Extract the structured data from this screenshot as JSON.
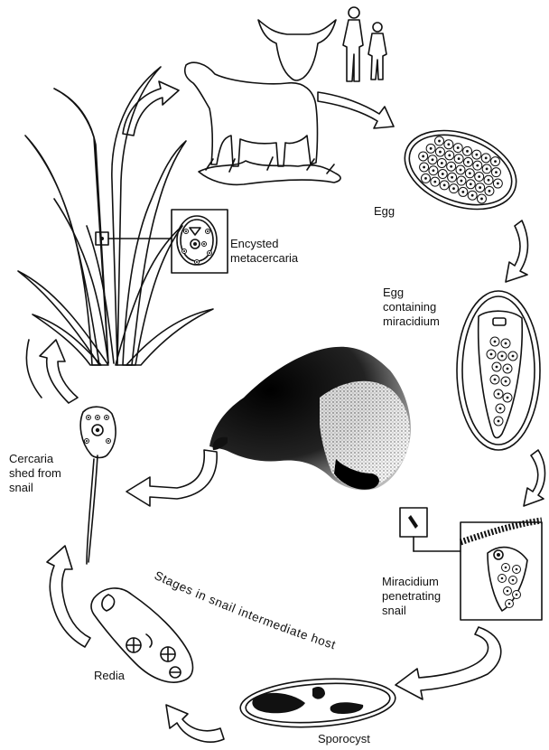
{
  "diagram": {
    "labels": {
      "egg": "Egg",
      "egg_miracidium": [
        "Egg",
        "containing",
        "miracidium"
      ],
      "miracidium_penetrating": [
        "Miracidium",
        "penetrating",
        "snail"
      ],
      "sporocyst": "Sporocyst",
      "redia": "Redia",
      "cercaria": [
        "Cercaria",
        "shed from",
        "snail"
      ],
      "metacercaria": [
        "Encysted",
        "metacercaria"
      ],
      "snail_stages": "Stages in snail intermediate host"
    },
    "colors": {
      "ink": "#111111",
      "background": "#ffffff"
    },
    "icons": [
      "cow-head-icon",
      "human-pair-icon",
      "grazing-cow-icon",
      "grass-icon",
      "snail-icon"
    ]
  }
}
